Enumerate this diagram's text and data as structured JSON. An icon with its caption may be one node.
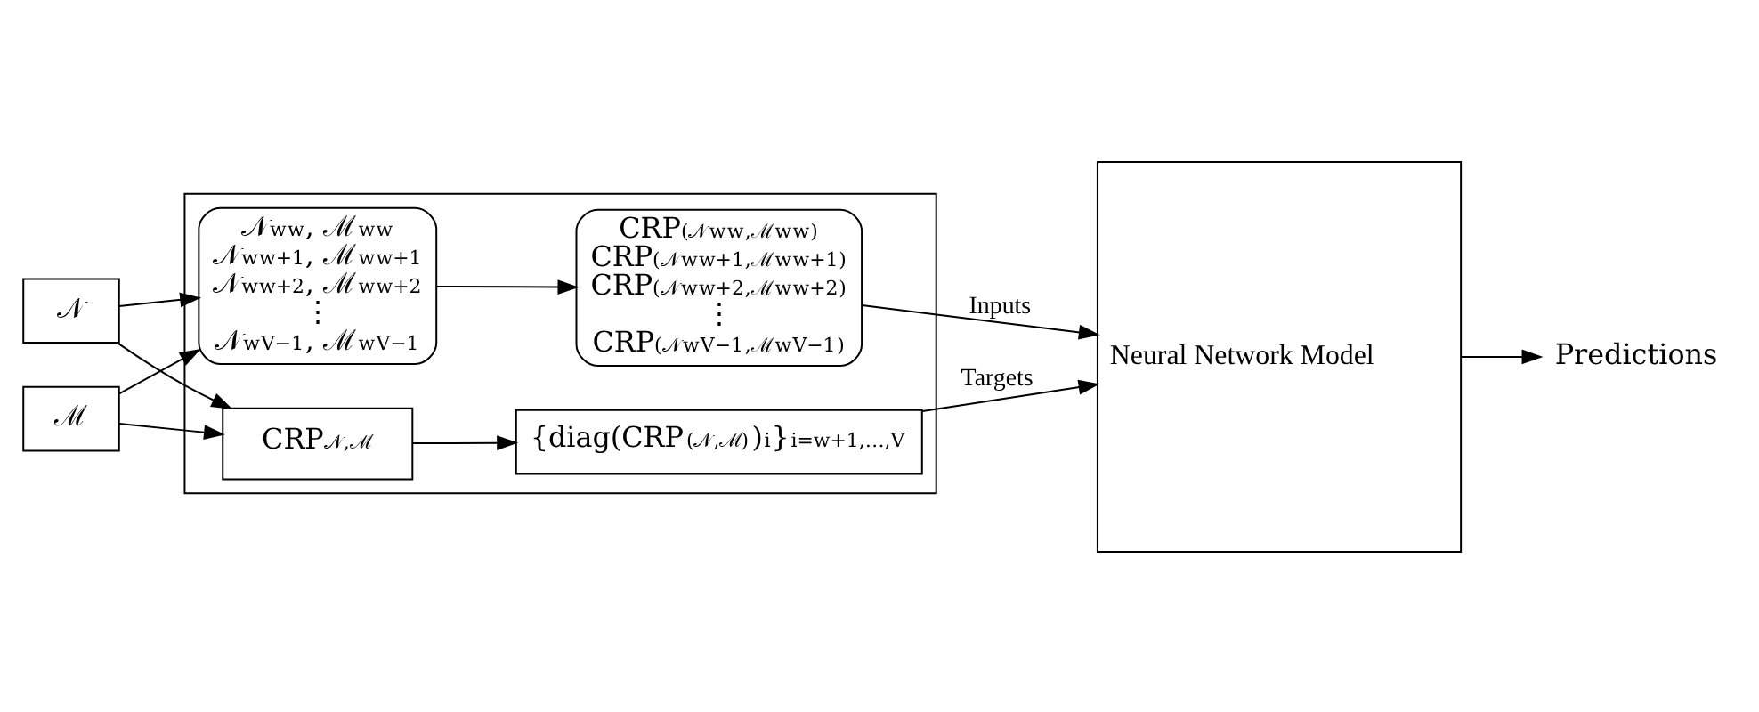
{
  "diagram": {
    "nodes": [
      {
        "text": [],
        "shape": "box"
      },
      {
        "text": [
          "𝒩"
        ]
      },
      {
        "text": [
          "ℳ"
        ]
      },
      {
        "text": [
          "𝒩$^{w}$$_{w}$, ℳ$^{w}$$_{w}$",
          "𝒩$^{w}$$_{w+1}$, ℳ$^{w}$$_{w+1}$",
          "𝒩$^{w}$$_{w+2}$, ℳ$^{w}$$_{w+2}$",
          "⋮",
          "𝒩$^{w}$$_{V−1}$, ℳ$^{w}$$_{V−1}$"
        ],
        "in": 0
      },
      {
        "text": [
          "CRP$_{(𝒩}$$^{w}$$_{w}$$_{,ℳ}$$^{w}$$_{w}$$_{)}$",
          "CRP$_{(𝒩}$$^{w}$$_{w+1}$$_{,ℳ}$$^{w}$$_{w+1}$$_{)}$",
          "CRP$_{(𝒩}$$^{w}$$_{w+2}$$_{,ℳ}$$^{w}$$_{w+2}$$_{)}$",
          "⋮",
          "CRP$_{(𝒩}$$^{w}$$_{V−1}$$_{,ℳ}$$^{w}$$_{V−1}$$_{)}$"
        ],
        "in": 0
      },
      {
        "text": [
          "CRP$_{𝒩,ℳ}$"
        ],
        "in": 0
      },
      {
        "text": [
          "{diag(CRP$_{(𝒩,ℳ)}$)$_{i}$}$_{i=w+1,…,V}$"
        ],
        "in": 0
      },
      {
        "text": [
          "Neural Network Model"
        ]
      },
      {
        "text": [
          "Predictions"
        ]
      }
    ],
    "edges": [
      {
        "from": 2,
        "to": 3,
        "arrow": "to"
      },
      {
        "from": 1,
        "to": 3,
        "arrow": "to"
      },
      {
        "from": 1,
        "to": 5,
        "arrow": "to"
      },
      {
        "from": 2,
        "to": 5,
        "arrow": "to"
      },
      {
        "from": 3,
        "to": 4,
        "arrow": "to"
      },
      {
        "from": 4,
        "to": 7,
        "arrow": "to",
        "label": "Inputs"
      },
      {
        "from": 5,
        "to": 6,
        "arrow": "to"
      },
      {
        "from": 6,
        "to": 7,
        "arrow": "to",
        "label": "Targets"
      },
      {
        "from": 7,
        "to": 8,
        "arrow": "to"
      }
    ]
  }
}
